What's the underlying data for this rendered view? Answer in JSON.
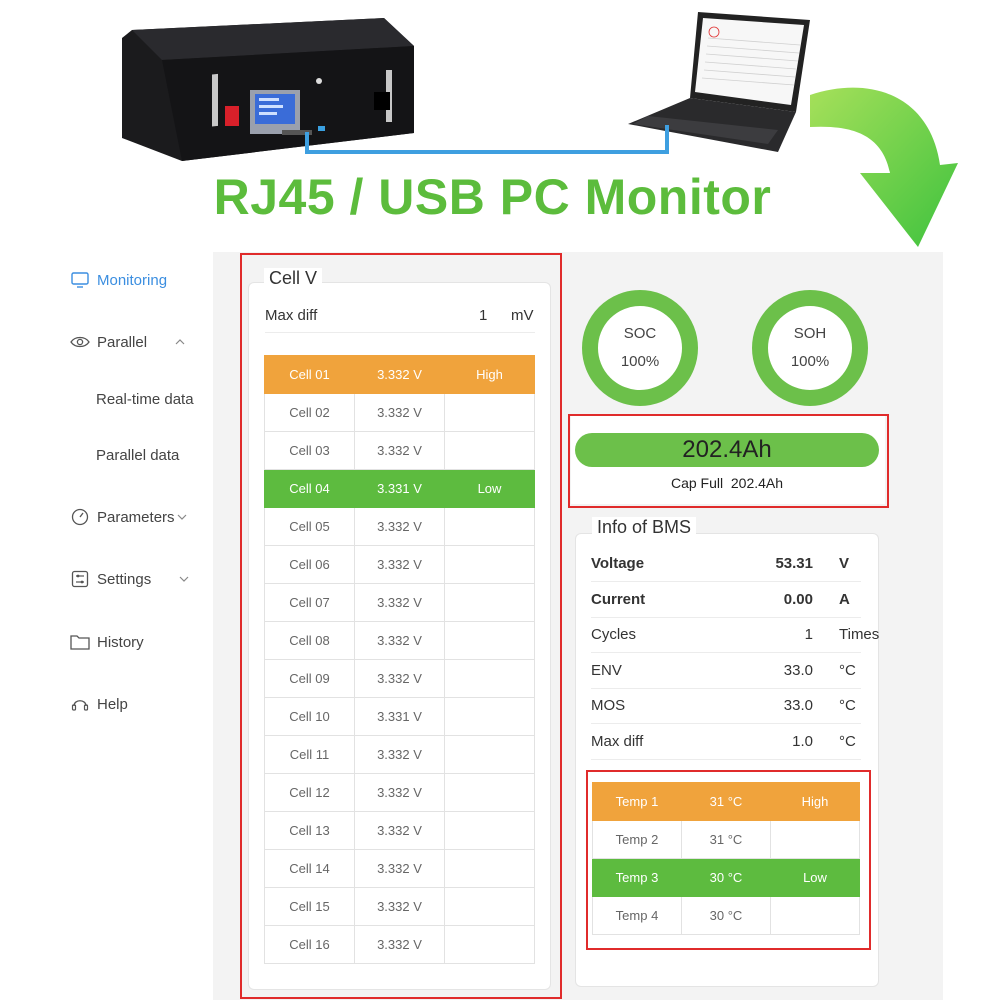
{
  "banner": {
    "title": "RJ45 / USB PC Monitor"
  },
  "colors": {
    "green": "#5cbc3c",
    "ring_green": "#6cc04a",
    "high": "#f0a33c",
    "low": "#5dbb3f",
    "accent": "#3b8ee0",
    "highlight_border": "#e02b2b"
  },
  "sidebar": {
    "items": [
      {
        "label": "Monitoring",
        "icon": "monitor-icon",
        "active": true
      },
      {
        "label": "Parallel",
        "icon": "eye-icon",
        "expanded": true
      },
      {
        "label": "Parameters",
        "icon": "gauge-icon"
      },
      {
        "label": "Settings",
        "icon": "sliders-icon"
      },
      {
        "label": "History",
        "icon": "folder-icon"
      },
      {
        "label": "Help",
        "icon": "headset-icon"
      }
    ],
    "sub_items": [
      "Real-time data",
      "Parallel data"
    ]
  },
  "cell_panel": {
    "title": "Cell V",
    "max_diff_label": "Max diff",
    "max_diff_value": "1",
    "max_diff_unit": "mV",
    "cells": [
      {
        "name": "Cell 01",
        "voltage": "3.332 V",
        "flag": "High"
      },
      {
        "name": "Cell 02",
        "voltage": "3.332 V",
        "flag": ""
      },
      {
        "name": "Cell 03",
        "voltage": "3.332 V",
        "flag": ""
      },
      {
        "name": "Cell 04",
        "voltage": "3.331 V",
        "flag": "Low"
      },
      {
        "name": "Cell 05",
        "voltage": "3.332 V",
        "flag": ""
      },
      {
        "name": "Cell 06",
        "voltage": "3.332 V",
        "flag": ""
      },
      {
        "name": "Cell 07",
        "voltage": "3.332 V",
        "flag": ""
      },
      {
        "name": "Cell 08",
        "voltage": "3.332 V",
        "flag": ""
      },
      {
        "name": "Cell 09",
        "voltage": "3.332 V",
        "flag": ""
      },
      {
        "name": "Cell 10",
        "voltage": "3.331 V",
        "flag": ""
      },
      {
        "name": "Cell 11",
        "voltage": "3.332 V",
        "flag": ""
      },
      {
        "name": "Cell 12",
        "voltage": "3.332 V",
        "flag": ""
      },
      {
        "name": "Cell 13",
        "voltage": "3.332 V",
        "flag": ""
      },
      {
        "name": "Cell 14",
        "voltage": "3.332 V",
        "flag": ""
      },
      {
        "name": "Cell 15",
        "voltage": "3.332 V",
        "flag": ""
      },
      {
        "name": "Cell 16",
        "voltage": "3.332 V",
        "flag": ""
      }
    ]
  },
  "soc": {
    "label": "SOC",
    "value": "100%",
    "percent": 100
  },
  "soh": {
    "label": "SOH",
    "value": "100%",
    "percent": 100
  },
  "capacity": {
    "value": "202.4Ah",
    "full_label": "Cap Full",
    "full_value": "202.4Ah"
  },
  "bms_info": {
    "title": "Info of BMS",
    "rows": [
      {
        "label": "Voltage",
        "value": "53.31",
        "unit": "V",
        "bold": true
      },
      {
        "label": "Current",
        "value": "0.00",
        "unit": "A",
        "bold": true
      },
      {
        "label": "Cycles",
        "value": "1",
        "unit": "Times",
        "bold": false
      },
      {
        "label": "ENV",
        "value": "33.0",
        "unit": "°C",
        "bold": false
      },
      {
        "label": "MOS",
        "value": "33.0",
        "unit": "°C",
        "bold": false
      },
      {
        "label": "Max diff",
        "value": "1.0",
        "unit": "°C",
        "bold": false
      }
    ],
    "temps": [
      {
        "name": "Temp 1",
        "value": "31 °C",
        "flag": "High"
      },
      {
        "name": "Temp 2",
        "value": "31 °C",
        "flag": ""
      },
      {
        "name": "Temp 3",
        "value": "30 °C",
        "flag": "Low"
      },
      {
        "name": "Temp 4",
        "value": "30 °C",
        "flag": ""
      }
    ]
  }
}
